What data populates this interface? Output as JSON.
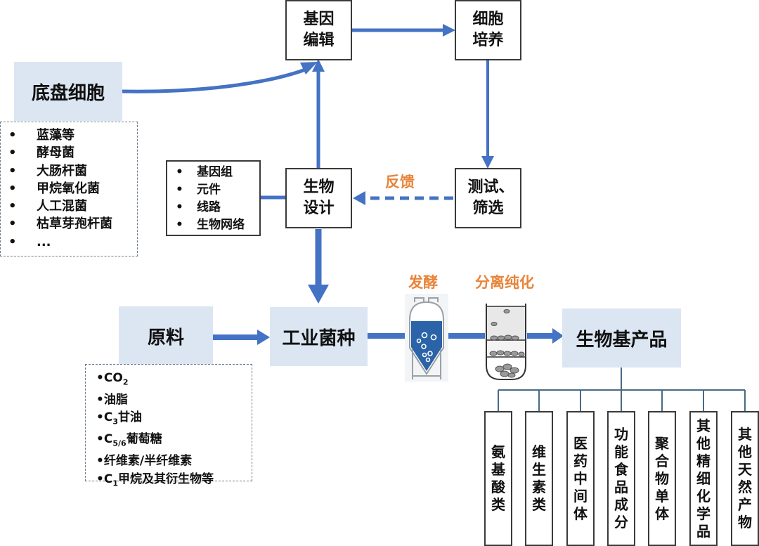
{
  "nodes": {
    "gene_edit": [
      "基因",
      "编辑"
    ],
    "cell_culture": [
      "细胞",
      "培养"
    ],
    "bio_design": [
      "生物",
      "设计"
    ],
    "test_screen": [
      "测试、",
      "筛选"
    ],
    "chassis": "底盘细胞",
    "raw_material": "原料",
    "industrial_strain": "工业菌种",
    "bio_product": "生物基产品"
  },
  "labels": {
    "feedback": "反馈",
    "fermentation": "发酵",
    "separation": "分离纯化"
  },
  "chassis_list": {
    "bullet": "•",
    "items": [
      "蓝藻等",
      "酵母菌",
      "大肠杆菌",
      "甲烷氧化菌",
      "人工混菌",
      "枯草芽孢杆菌",
      "..."
    ]
  },
  "design_components": {
    "bullet": "•",
    "items": [
      "基因组",
      "元件",
      "线路",
      "生物网络"
    ]
  },
  "raw_list": {
    "bullet": "•",
    "items": [
      {
        "main": "CO",
        "sub": "2",
        "rest": ""
      },
      {
        "main": "油脂",
        "sub": "",
        "rest": ""
      },
      {
        "main": "C",
        "sub": "3",
        "rest": "甘油"
      },
      {
        "main": "C",
        "sub": "5/6",
        "rest": "葡萄糖"
      },
      {
        "main": "纤维素/半纤维素",
        "sub": "",
        "rest": ""
      },
      {
        "main": "C",
        "sub": "1",
        "rest": "甲烷及其衍生物等"
      }
    ]
  },
  "products": [
    [
      "氨",
      "基",
      "酸",
      "类"
    ],
    [
      "维",
      "生",
      "素",
      "类"
    ],
    [
      "医",
      "药",
      "中",
      "间",
      "体"
    ],
    [
      "功",
      "能",
      "食",
      "品",
      "成",
      "分"
    ],
    [
      "聚",
      "合",
      "物",
      "单",
      "体"
    ],
    [
      "其",
      "他",
      "精",
      "细",
      "化",
      "学",
      "品"
    ],
    [
      "其",
      "他",
      "天",
      "然",
      "产",
      "物"
    ]
  ],
  "colors": {
    "arrow": "#4472c4",
    "shaded_fill": "#dce6f2",
    "orange_label": "#e8843a",
    "tree_line": "#4a6a85",
    "tank_liquid": "#2a63a8"
  }
}
